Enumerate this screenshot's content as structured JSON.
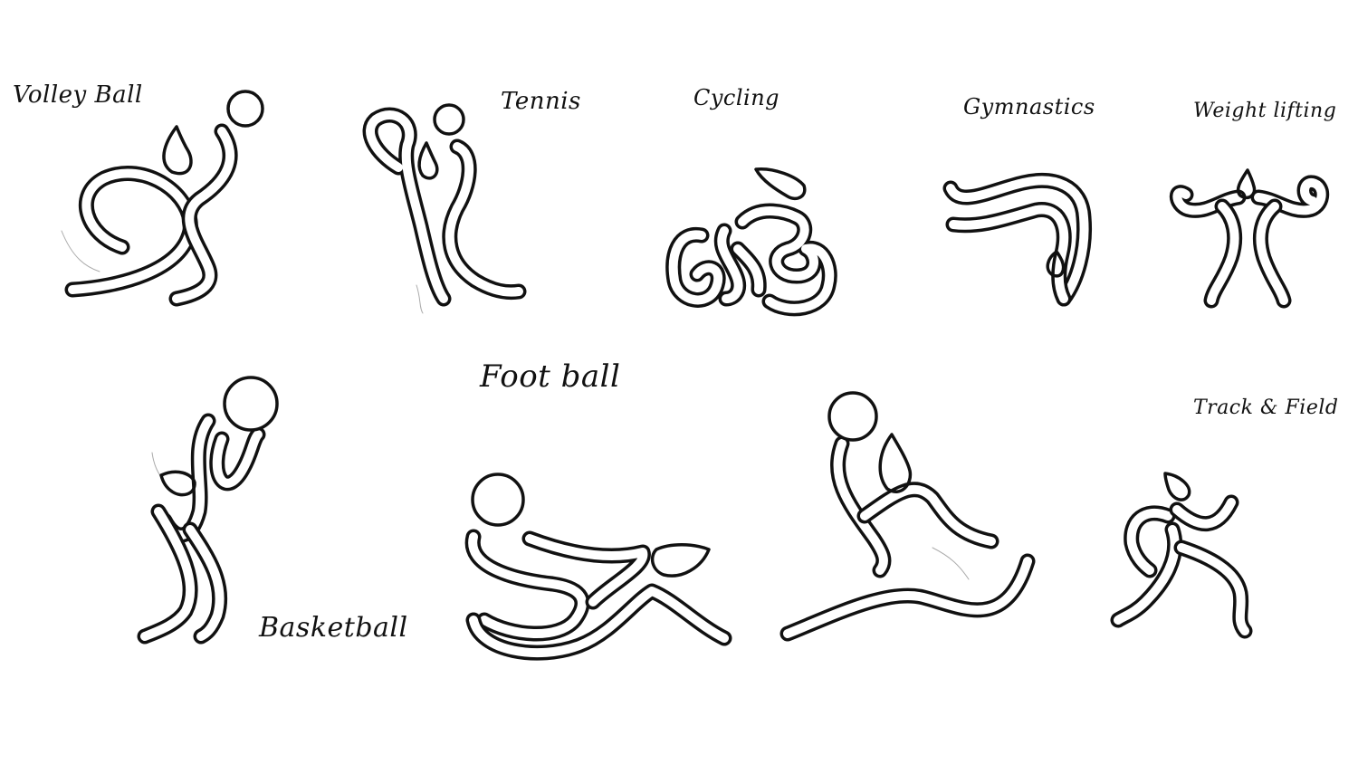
{
  "sketches": [
    {
      "id": "volleyball",
      "label": "Volley Ball"
    },
    {
      "id": "tennis",
      "label": "Tennis"
    },
    {
      "id": "cycling",
      "label": "Cycling"
    },
    {
      "id": "gymnastics",
      "label": "Gymnastics"
    },
    {
      "id": "weightlifting",
      "label": "Weight lifting"
    },
    {
      "id": "basketball",
      "label": "Basketball"
    },
    {
      "id": "football",
      "label": "Foot ball"
    },
    {
      "id": "football-2",
      "label": ""
    },
    {
      "id": "track-field",
      "label": "Track & Field"
    }
  ]
}
